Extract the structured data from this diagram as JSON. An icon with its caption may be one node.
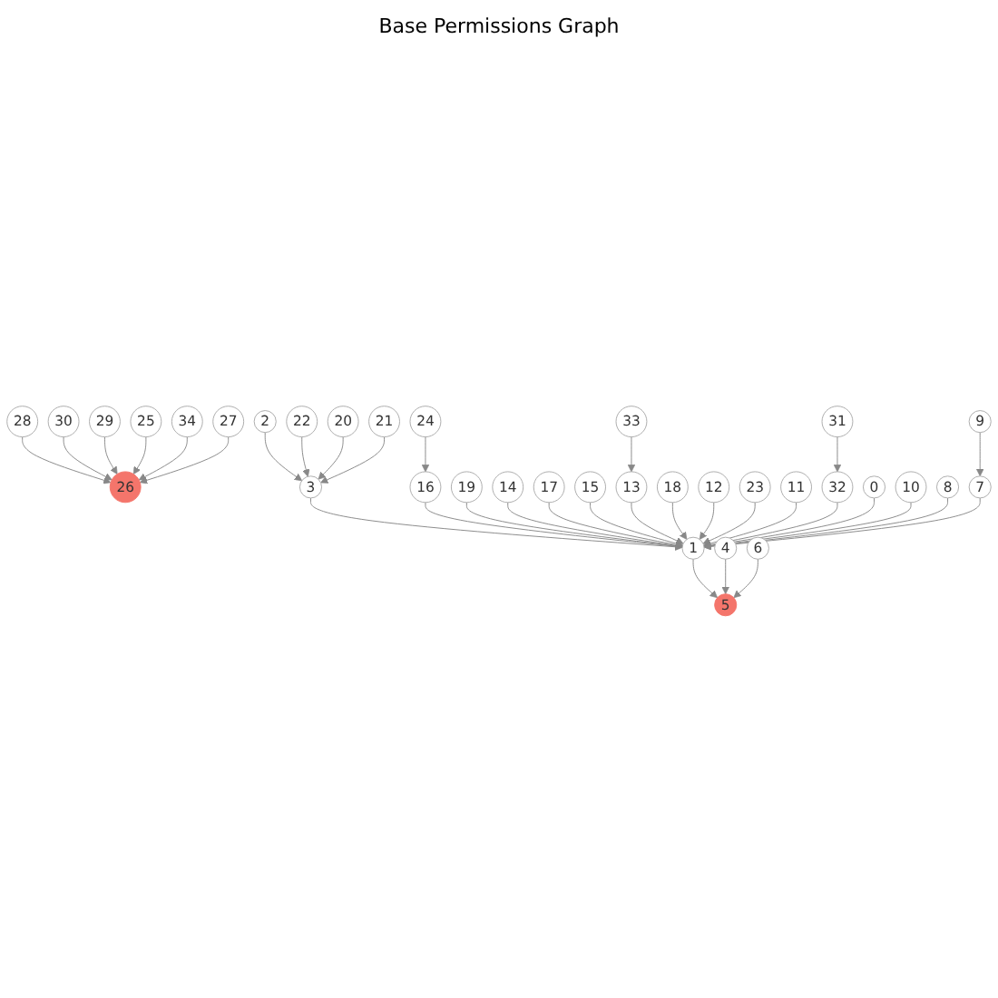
{
  "diagram": {
    "title": "Base Permissions Graph",
    "nodes": [
      {
        "text": [
          "28"
        ]
      },
      {
        "text": [
          "30"
        ]
      },
      {
        "text": [
          "26"
        ]
      },
      {
        "text": [
          "29"
        ]
      },
      {
        "text": [
          "25"
        ]
      },
      {
        "text": [
          "27"
        ]
      },
      {
        "text": [
          "34"
        ]
      },
      {
        "text": [
          "24"
        ]
      },
      {
        "text": [
          "2"
        ]
      },
      {
        "text": [
          "22"
        ]
      },
      {
        "text": [
          "20"
        ]
      },
      {
        "text": [
          "3"
        ]
      },
      {
        "text": [
          "21"
        ]
      },
      {
        "text": [
          "16"
        ]
      },
      {
        "text": [
          "19"
        ]
      },
      {
        "text": [
          "14"
        ]
      },
      {
        "text": [
          "17"
        ]
      },
      {
        "text": [
          "15"
        ]
      },
      {
        "text": [
          "33"
        ]
      },
      {
        "text": [
          "13"
        ]
      },
      {
        "text": [
          "18"
        ]
      },
      {
        "text": [
          "1"
        ]
      },
      {
        "text": [
          "12"
        ]
      },
      {
        "text": [
          "23"
        ]
      },
      {
        "text": [
          "11"
        ]
      },
      {
        "text": [
          "32"
        ]
      },
      {
        "text": [
          "0"
        ]
      },
      {
        "text": [
          "10"
        ]
      },
      {
        "text": [
          "5"
        ]
      },
      {
        "text": [
          "8"
        ]
      },
      {
        "text": [
          "7"
        ]
      },
      {
        "text": [
          "4"
        ]
      },
      {
        "text": [
          "31"
        ]
      },
      {
        "text": [
          "6"
        ]
      },
      {
        "text": [
          "9"
        ]
      }
    ],
    "edges": [
      {
        "from": 0,
        "to": 2,
        "arrow": "to"
      },
      {
        "from": 1,
        "to": 2,
        "arrow": "to"
      },
      {
        "from": 3,
        "to": 2,
        "arrow": "to"
      },
      {
        "from": 4,
        "to": 2,
        "arrow": "to"
      },
      {
        "from": 6,
        "to": 2,
        "arrow": "to"
      },
      {
        "from": 5,
        "to": 2,
        "arrow": "to"
      },
      {
        "from": 8,
        "to": 11,
        "arrow": "to"
      },
      {
        "from": 9,
        "to": 11,
        "arrow": "to"
      },
      {
        "from": 10,
        "to": 11,
        "arrow": "to"
      },
      {
        "from": 12,
        "to": 11,
        "arrow": "to"
      },
      {
        "from": 11,
        "to": 21,
        "arrow": "to"
      },
      {
        "from": 7,
        "to": 13,
        "arrow": "to"
      },
      {
        "from": 13,
        "to": 21,
        "arrow": "to"
      },
      {
        "from": 14,
        "to": 21,
        "arrow": "to"
      },
      {
        "from": 15,
        "to": 21,
        "arrow": "to"
      },
      {
        "from": 16,
        "to": 21,
        "arrow": "to"
      },
      {
        "from": 17,
        "to": 21,
        "arrow": "to"
      },
      {
        "from": 18,
        "to": 19,
        "arrow": "to"
      },
      {
        "from": 19,
        "to": 21,
        "arrow": "to"
      },
      {
        "from": 20,
        "to": 21,
        "arrow": "to"
      },
      {
        "from": 22,
        "to": 21,
        "arrow": "to"
      },
      {
        "from": 23,
        "to": 21,
        "arrow": "to"
      },
      {
        "from": 24,
        "to": 21,
        "arrow": "to"
      },
      {
        "from": 32,
        "to": 25,
        "arrow": "to"
      },
      {
        "from": 25,
        "to": 21,
        "arrow": "to"
      },
      {
        "from": 26,
        "to": 21,
        "arrow": "to"
      },
      {
        "from": 27,
        "to": 21,
        "arrow": "to"
      },
      {
        "from": 21,
        "to": 28,
        "arrow": "to"
      },
      {
        "from": 29,
        "to": 21,
        "arrow": "to"
      },
      {
        "from": 34,
        "to": 30,
        "arrow": "to"
      },
      {
        "from": 30,
        "to": 21,
        "arrow": "to"
      },
      {
        "from": 31,
        "to": 28,
        "arrow": "to"
      },
      {
        "from": 33,
        "to": 28,
        "arrow": "to"
      }
    ]
  }
}
